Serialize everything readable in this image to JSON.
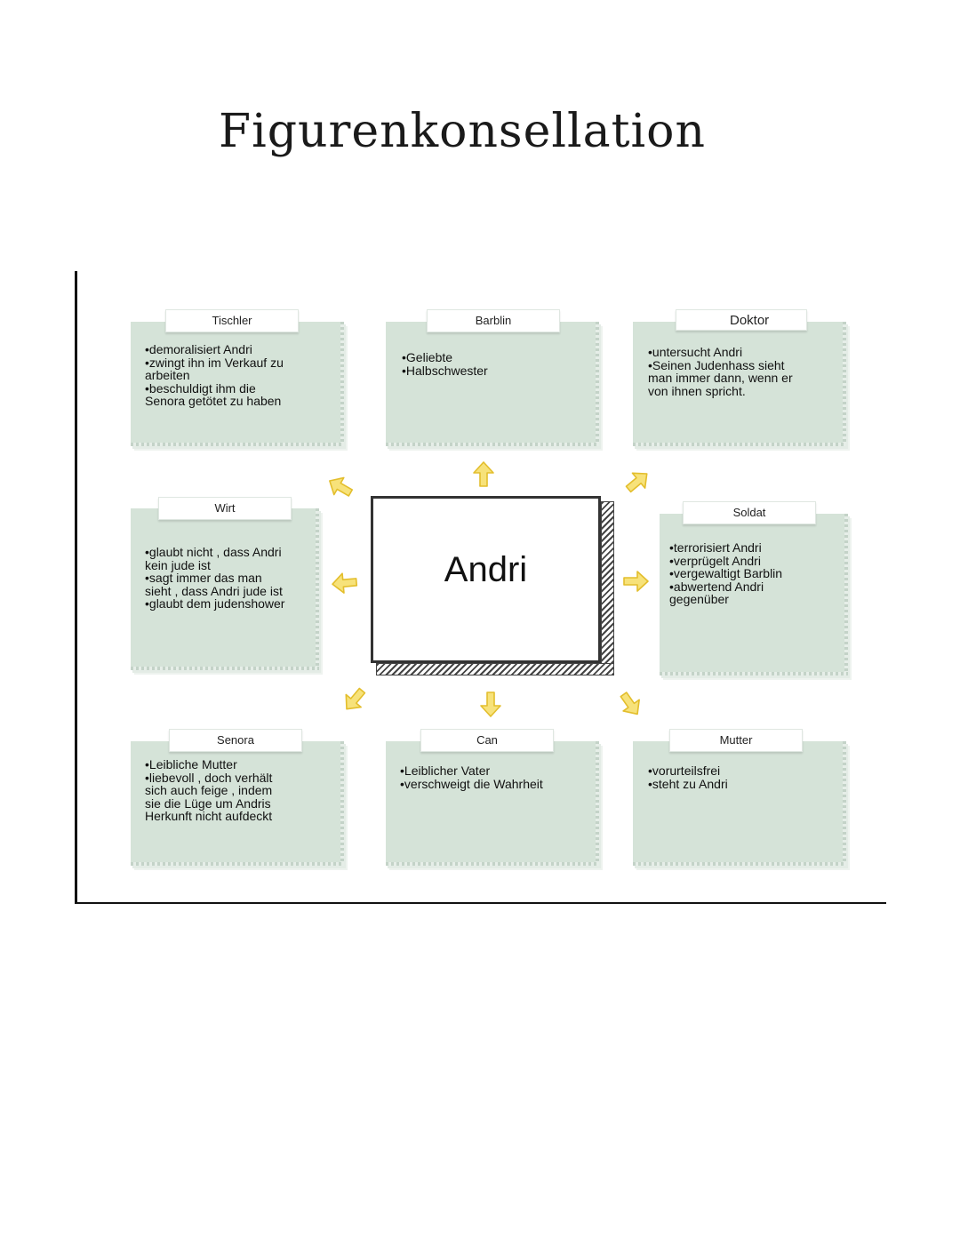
{
  "title": "Figurenkonsellation",
  "center": {
    "name": "Andri"
  },
  "cards": {
    "tischler": {
      "label": "Tischler",
      "bullets": [
        "•demoralisiert Andri",
        "•zwingt ihn im Verkauf zu\narbeiten",
        "•beschuldigt ihm die\nSenora getötet zu haben"
      ]
    },
    "barblin": {
      "label": "Barblin",
      "bullets": [
        "•Geliebte",
        "•Halbschwester"
      ]
    },
    "doktor": {
      "label": "Doktor",
      "bullets": [
        "•untersucht Andri",
        "•Seinen Judenhass sieht\nman immer dann, wenn er\nvon ihnen spricht."
      ]
    },
    "wirt": {
      "label": "Wirt",
      "bullets": [
        "•glaubt nicht , dass Andri\nkein jude ist",
        "•sagt immer das man\nsieht , dass Andri jude ist",
        "•glaubt dem judenshower"
      ]
    },
    "soldat": {
      "label": "Soldat",
      "bullets": [
        "•terrorisiert Andri",
        "•verprügelt Andri",
        "•vergewaltigt Barblin",
        "•abwertend Andri\ngegenüber"
      ]
    },
    "senora": {
      "label": "Senora",
      "bullets": [
        "•Leibliche Mutter",
        "•liebevoll , doch verhält\nsich auch feige , indem\nsie die Lüge um Andris\nHerkunft nicht aufdeckt"
      ]
    },
    "can": {
      "label": "Can",
      "bullets": [
        "•Leiblicher Vater",
        "•verschweigt die Wahrheit"
      ]
    },
    "mutter": {
      "label": "Mutter",
      "bullets": [
        "•vorurteilsfrei",
        "•steht zu Andri"
      ]
    }
  },
  "colors": {
    "card": "#d5e3d8",
    "arrow_fill": "#f7e27a",
    "arrow_stroke": "#e3be2c"
  },
  "icons": [
    "arrow-up-left-icon",
    "arrow-up-icon",
    "arrow-up-right-icon",
    "arrow-left-icon",
    "arrow-right-icon",
    "arrow-down-left-icon",
    "arrow-down-icon",
    "arrow-down-right-icon"
  ]
}
